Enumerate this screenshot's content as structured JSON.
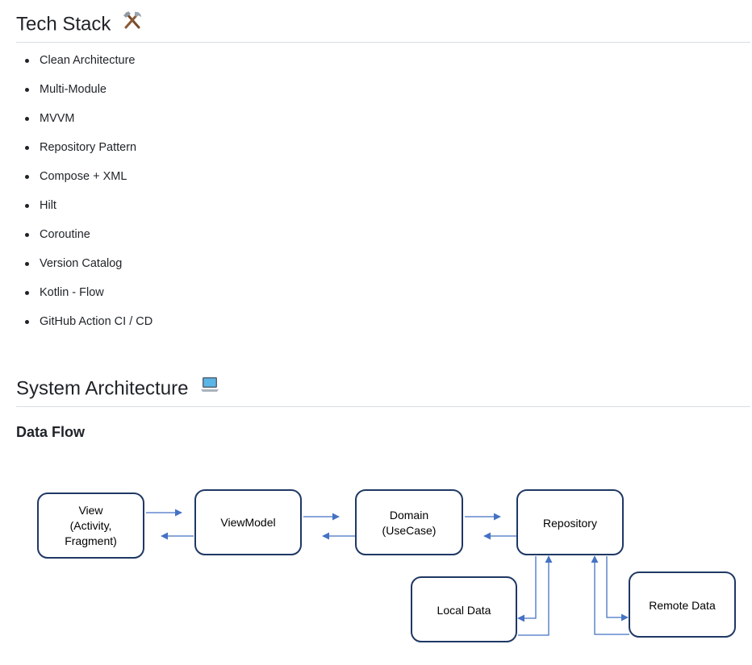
{
  "tech_stack": {
    "title": "Tech Stack",
    "title_icon": "hammer-and-pick-icon",
    "items": [
      "Clean Architecture",
      "Multi-Module",
      "MVVM",
      "Repository Pattern",
      "Compose + XML",
      "Hilt",
      "Coroutine",
      "Version Catalog",
      "Kotlin - Flow",
      "GitHub Action CI / CD"
    ]
  },
  "system_architecture": {
    "title": "System Architecture",
    "title_icon": "laptop-icon",
    "data_flow": {
      "title": "Data Flow",
      "nodes": {
        "view": [
          "View",
          "(Activity,",
          "Fragment)"
        ],
        "viewmodel": [
          "ViewModel"
        ],
        "domain": [
          "Domain",
          "(UseCase)"
        ],
        "repository": [
          "Repository"
        ],
        "local": [
          "Local Data"
        ],
        "remote": [
          "Remote Data"
        ]
      }
    }
  },
  "colors": {
    "heading_rule": "#d8dee4",
    "text": "#1f2328",
    "node_border": "#1f3864",
    "arrow": "#4472c4"
  }
}
